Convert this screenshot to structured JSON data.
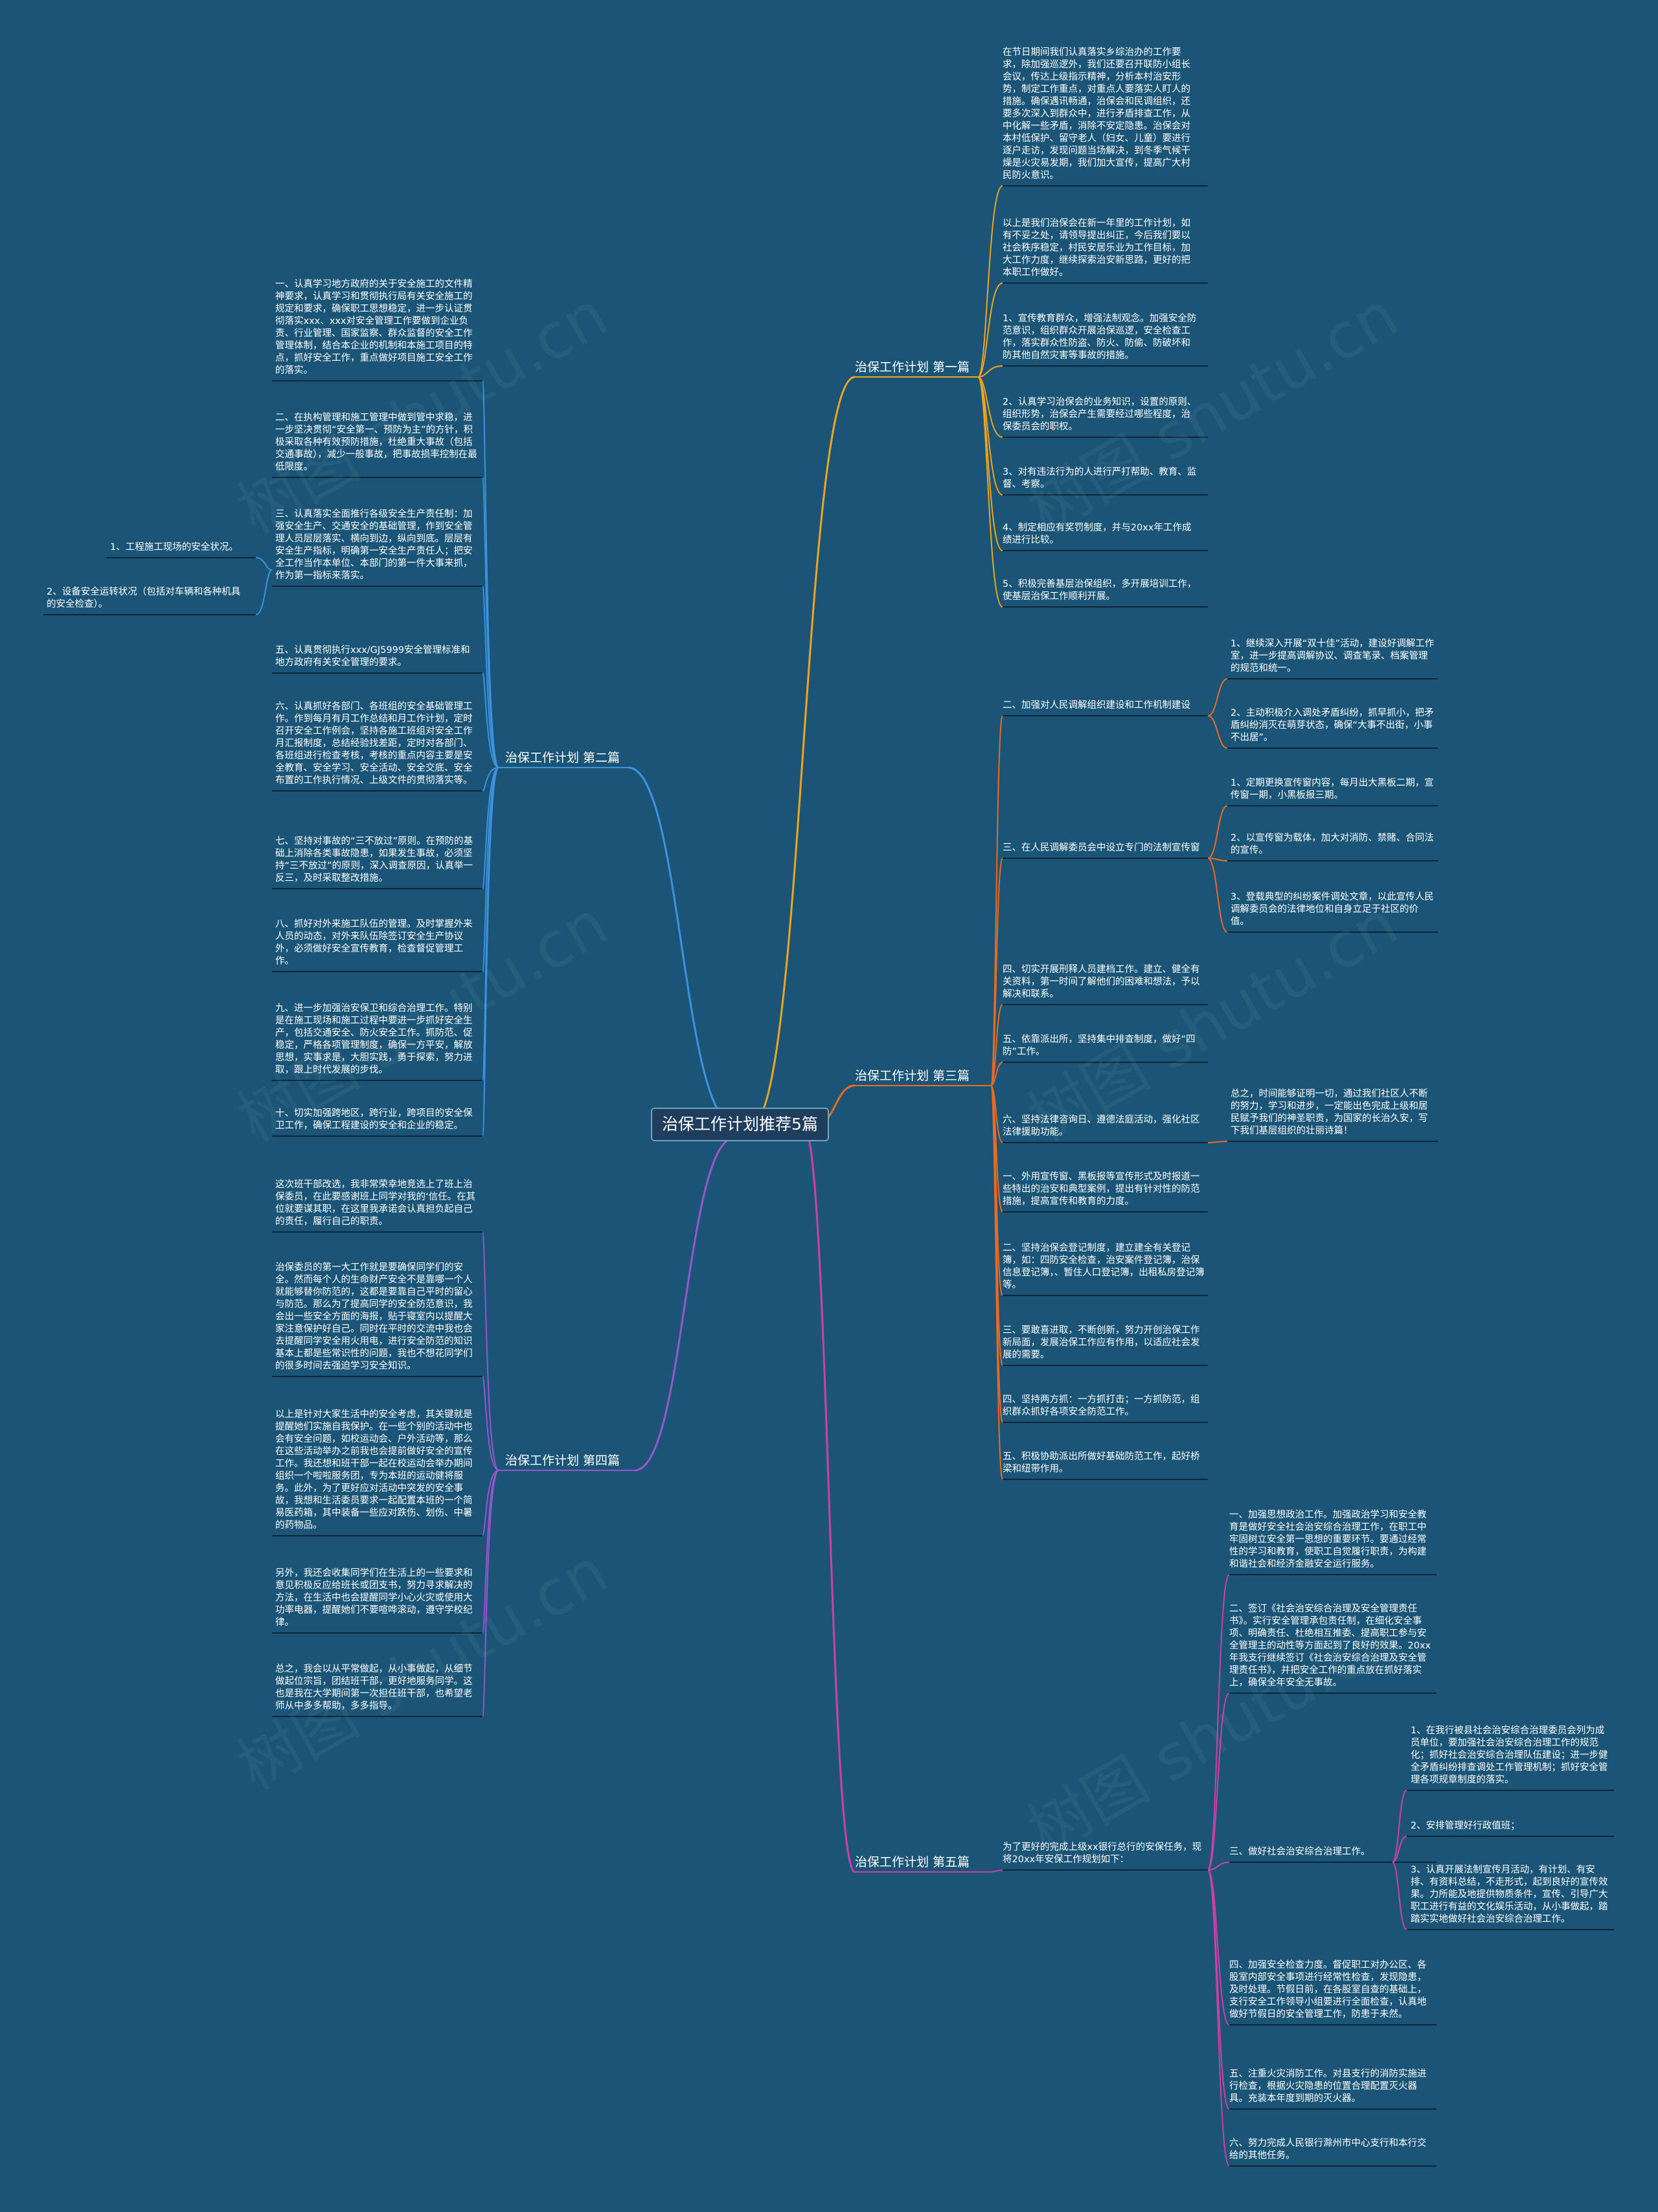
{
  "root": "治保工作计划推荐5篇",
  "colors": {
    "background": "#1a5577",
    "b1": "#f2a51c",
    "b2": "#3d93e0",
    "b3": "#ef6a1c",
    "b4": "#9a55cc",
    "b5": "#d13ea8",
    "leaf_underline": "#0f2638"
  },
  "branches": [
    {
      "label": "治保工作计划 第一篇",
      "children": [
        "在节日期间我们认真落实乡综治办的工作要求，除加强巡逻外，我们还要召开联防小组长会议，传达上级指示精神，分析本村治安形势，制定工作重点，对重点人要落实人盯人的措施。确保遇讯畅通，治保会和民调组织，还要多次深入到群众中，进行矛盾排查工作，从中化解一些矛盾，消除不安定隐患。治保会对本村低保护、留守老人（妇女、儿童）要进行逐户走访，发现问题当场解决，到冬季气候干燥是火灾易发期，我们加大宣传，提高广大村民防火意识。",
        "以上是我们治保会在新一年里的工作计划，如有不妥之处，请领导提出纠正，今后我们要以社会秩序稳定，村民安居乐业为工作目标，加大工作力度，继续探索治安新思路，更好的把本职工作做好。",
        "1、宣传教育群众，增强法制观念。加强安全防范意识，组织群众开展治保巡逻，安全检查工作，落实群众性防盗、防火、防偷、防破坏和防其他自然灾害等事故的措施。",
        "2、认真学习治保会的业务知识，设置的原则、组织形势，治保会产生需要经过哪些程度，治保委员会的职权。",
        "3、对有违法行为的人进行严打帮助、教育、监督、考察。",
        "4、制定相应有奖罚制度，并与20xx年工作成绩进行比较。",
        "5、积极完善基层治保组织，多开展培训工作，使基层治保工作顺利开展。"
      ]
    },
    {
      "label": "治保工作计划 第二篇",
      "children": [
        "一、认真学习地方政府的关于安全施工的文件精神要求，认真学习和贯彻执行局有关安全施工的规定和要求，确保职工思想稳定，进一步认证贯彻落实xxx、xxx对安全管理工作要做到企业负责、行业管理、国家监察、群众监督的安全工作管理体制，结合本企业的机制和本施工项目的特点，抓好安全工作，重点做好项目施工安全工作的落实。",
        "二、在执构管理和施工管理中做到管中求稳，进一步坚决贯彻“安全第一、预防为主”的方针，积极采取各种有效预防措施，杜绝重大事故（包括交通事故），减少一般事故，把事故损率控制在最低限度。",
        "三、认真落实全面推行各级安全生产责任制：加强安全生产、交通安全的基础管理，作到安全管理人员层层落实、横向到边，纵向到底。层层有安全生产指标，明确第一安全生产责任人；把安全工作当作本单位、本部门的第一件大事来抓，作为第一指标来落实。",
        "五、认真贯彻执行xxx/GJ5999安全管理标准和地方政府有关安全管理的要求。",
        "六、认真抓好各部门、各班组的安全基础管理工作。作到每月有月工作总结和月工作计划，定时召开安全工作例会，坚持各施工班组对安全工作月汇报制度，总结经验找差距，定时对各部门、各班组进行检查考核，考核的重点内容主要是安全教育、安全学习、安全活动、安全交底、安全布置的工作执行情况、上级文件的贯彻落实等。",
        "七、坚持对事故的“三不放过”原则。在预防的基础上消除各类事故隐患，如果发生事故，必须坚持“三不放过”的原则，深入调查原因，认真举一反三，及时采取整改措施。",
        "八、抓好对外来施工队伍的管理。及时掌握外来人员的动态，对外来队伍除签订安全生产协议外，必须做好安全宣传教育，检查督促管理工作。",
        "九、进一步加强治安保卫和综合治理工作。特别是在施工现场和施工过程中要进一步抓好安全生产，包括交通安全、防火安全工作。抓防范、促稳定，严格各项管理制度，确保一方平安，解放思想，实事求是，大胆实践，勇于探索，努力进取，跟上时代发展的步伐。",
        "十、切实加强跨地区，跨行业，跨项目的安全保卫工作，确保工程建设的安全和企业的稳定。"
      ],
      "side": {
        "parent": 2,
        "items": [
          "1、工程施工现场的安全状况。",
          "2、设备安全运转状况（包括对车辆和各种机具的安全检查）。"
        ]
      }
    },
    {
      "label": "治保工作计划 第三篇",
      "children": [
        {
          "text": "二、加强对人民调解组织建设和工作机制建设",
          "kids": [
            "1、继续深入开展“双十佳”活动，建设好调解工作室，进一步提高调解协议、调查笔录、档案管理的规范和统一。",
            "2、主动积极介入调处矛盾纠纷，抓早抓小，把矛盾纠纷消灭在萌芽状态，确保“大事不出街，小事不出居”。"
          ]
        },
        {
          "text": "三、在人民调解委员会中设立专门的法制宣传窗",
          "kids": [
            "1、定期更换宣传窗内容，每月出大黑板二期，宣传窗一期，小黑板报三期。",
            "2、以宣传窗为载体，加大对消防、禁赌、合同法的宣传。",
            "3、登载典型的纠纷案件调处文章，以此宣传人民调解委员会的法律地位和自身立足于社区的价值。"
          ]
        },
        {
          "text": "四、切实开展刑释人员建档工作。建立、健全有关资料，第一时间了解他们的困难和想法，予以解决和联系。",
          "kids": []
        },
        {
          "text": "五、依靠派出所，坚持集中排查制度，做好“四防”工作。",
          "kids": []
        },
        {
          "text": "六、坚持法律咨询日、遵德法庭活动，强化社区法律援助功能。",
          "kids": [
            "总之，时间能够证明一切，通过我们社区人不断的努力，学习和进步，一定能出色完成上级和居民赋予我们的神圣职责，为国家的长治久安，写下我们基层组织的壮丽诗篇！"
          ]
        },
        {
          "text": "一、外用宣传窗、黑板报等宣传形式及时报道一些特出的治安和典型案例，提出有针对性的防范措施，提高宣传和教育的力度。",
          "kids": []
        },
        {
          "text": "二、坚持治保会登记制度，建立建全有关登记簿，如：四防安全检查，治安案件登记簿，治保信息登记簿，、暂住人口登记簿，出租私房登记簿等。",
          "kids": []
        },
        {
          "text": "三、要敢喜进取，不断创新，努力开创治保工作新局面，发展治保工作应有作用，以适应社会发展的需要。",
          "kids": []
        },
        {
          "text": "四、坚持两方抓：一方抓打击；一方抓防范，组织群众抓好各项安全防范工作。",
          "kids": []
        },
        {
          "text": "五、积极协助派出所做好基础防范工作，起好桥梁和纽带作用。",
          "kids": []
        }
      ]
    },
    {
      "label": "治保工作计划 第四篇",
      "children": [
        "这次班干部改选，我非常荣幸地竞选上了班上治保委员，在此要感谢班上同学对我的‘信任。在其位就要谋其职，在这里我承诺会认真担负起自己的责任，履行自己的职责。",
        "治保委员的第一大工作就是要确保同学们的安全。然而每个人的生命财产安全不是靠哪一个人就能够替你防范的，这都是要靠自己平时的留心与防范。那么为了提高同学的安全防范意识，我会出一些安全方面的海报，贴于寝室内以提醒大家注意保护好自己。同时在平时的交流中我也会去提醒同学安全用火用电，进行安全防范的知识基本上都是些常识性的问题，我也不想花同学们的很多时间去强迫学习安全知识。",
        "以上是针对大家生活中的安全考虑，其关键就是提醒她们实施自我保护。在一些个别的活动中也会有安全问题，如校运动会、户外活动等，那么在这些活动举办之前我也会提前做好安全的宣传工作。我还想和班干部一起在校运动会举办期间组织一个啦啦服务团，专为本班的运动健将服务。此外，为了更好应对活动中突发的安全事故，我想和生活委员要求一起配置本班的一个简易医药箱，其中装备一些应对跌伤、划伤、中暑的药物品。",
        "另外，我还会收集同学们在生活上的一些要求和意见积极反应给班长或团支书，努力寻求解决的方法，在生活中也会提醒同学小心火灾或使用大功率电器，提醒她们不要喧哗滚动，遵守学校纪律。",
        "总之，我会以从平常做起，从小事做起，从细节做起位宗旨，团结班干部，更好地服务同学。这也是我在大学期间第一次担任班干部，也希望老师从中多多帮助，多多指导。"
      ]
    },
    {
      "label": "治保工作计划 第五篇",
      "intro": "为了更好的完成上级xx银行总行的安保任务，现将20xx年安保工作规划如下：",
      "children": [
        {
          "text": "一、加强思想政治工作。加强政治学习和安全教育是做好安全社会治安综合治理工作，在职工中牢固树立安全第一思想的重要环节。要通过经常性的学习和教育，使职工自觉履行职责，为构建和谐社会和经济金融安全运行服务。",
          "kids": []
        },
        {
          "text": "二、签订《社会治安综合治理及安全管理责任书》。实行安全管理承包责任制，在细化安全事项、明确责任、杜绝相互推委、提高职工参与安全管理主的动性等方面起到了良好的效果。20xx年我支行继续签订《社会治安综合治理及安全管理责任书》，并把安全工作的重点放在抓好落实上，确保全年安全无事故。",
          "kids": []
        },
        {
          "text": "三、做好社会治安综合治理工作。",
          "kids": [
            "1、在我行被县社会治安综合治理委员会列为成员单位，要加强社会治安综合治理工作的规范化；抓好社会治安综合治理队伍建设；进一步健全矛盾纠纷排查调处工作管理机制；抓好安全管理各项规章制度的落实。",
            "2、安排管理好行政值班；",
            "3、认真开展法制宣传月活动，有计划、有安排、有资料总结，不走形式，起到良好的宣传效果。力所能及地提供物质条件，宣传、引导广大职工进行有益的文化娱乐活动，从小事做起，踏踏实实地做好社会治安综合治理工作。"
          ]
        },
        {
          "text": "四、加强安全检查力度。督促职工对办公区、各股室内部安全事项进行经常性检查，发现隐患，及时处理。节假日前，在各股室自查的基础上，支行安全工作领导小组要进行全面检查，认真地做好节假日的安全管理工作，防患于未然。",
          "kids": []
        },
        {
          "text": "五、注重火灾消防工作。对县支行的消防实施进行检查，根据火灾隐患的位置合理配置灭火器具。充装本年度到期的灭火器。",
          "kids": []
        },
        {
          "text": "六、努力完成人民银行滁州市中心支行和本行交给的其他任务。",
          "kids": []
        }
      ]
    }
  ]
}
